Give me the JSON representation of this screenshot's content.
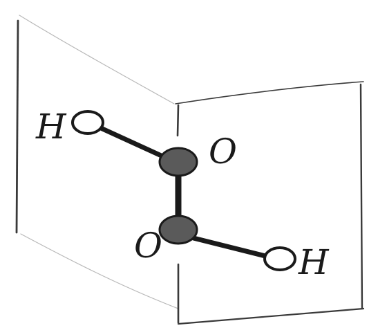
{
  "diagram": {
    "atoms": [
      {
        "id": "h1",
        "element": "H",
        "label": "H",
        "kind": "hydrogen"
      },
      {
        "id": "o1",
        "element": "O",
        "label": "O",
        "kind": "oxygen"
      },
      {
        "id": "o2",
        "element": "O",
        "label": "O",
        "kind": "oxygen"
      },
      {
        "id": "h2",
        "element": "H",
        "label": "H",
        "kind": "hydrogen"
      }
    ],
    "bonds": [
      {
        "from": "h1",
        "to": "o1"
      },
      {
        "from": "o1",
        "to": "o2"
      },
      {
        "from": "o2",
        "to": "h2"
      }
    ],
    "colors": {
      "ink": "#1a1a1a",
      "frame": "#3a3a3a",
      "frame_faint": "#b8b8b8",
      "oxygen_fill": "#5a5a5a",
      "hydrogen_fill": "#ffffff",
      "background": "#ffffff"
    }
  }
}
